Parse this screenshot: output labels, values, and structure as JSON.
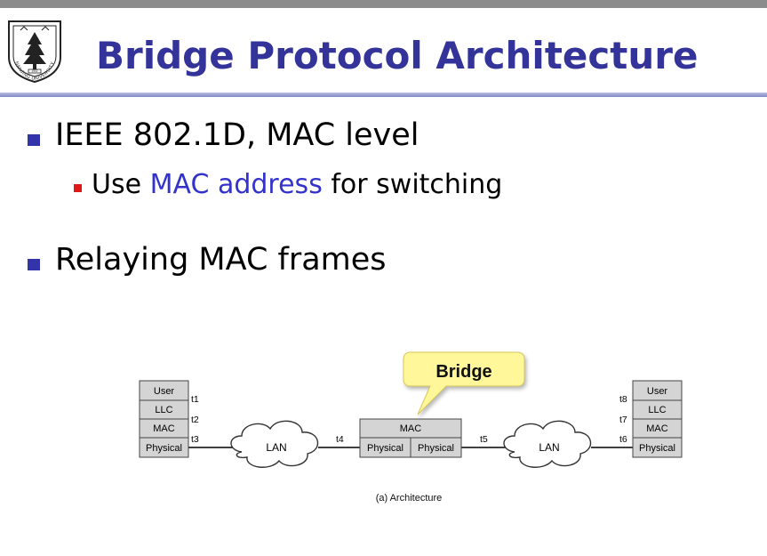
{
  "slide": {
    "title": "Bridge Protocol Architecture",
    "bullets": [
      {
        "text": "IEEE 802.1D, MAC level",
        "sub": [
          {
            "before": "Use ",
            "highlight": "MAC address",
            "after": " for switching"
          }
        ]
      },
      {
        "text": "Relaying MAC frames"
      }
    ],
    "logo": {
      "icon": "nanjing-university-seal",
      "text": "NANJING UNIVERSITY",
      "year": "1902"
    }
  },
  "diagram": {
    "callout": "Bridge",
    "left_stack": [
      "User",
      "LLC",
      "MAC",
      "Physical"
    ],
    "right_stack": [
      "User",
      "LLC",
      "MAC",
      "Physical"
    ],
    "bridge_mac": "MAC",
    "bridge_physical": [
      "Physical",
      "Physical"
    ],
    "lan_label": "LAN",
    "t_labels": {
      "t1": "t1",
      "t2": "t2",
      "t3": "t3",
      "t4": "t4",
      "t5": "t5",
      "t6": "t6",
      "t7": "t7",
      "t8": "t8"
    },
    "caption": "(a) Architecture",
    "colors": {
      "box_fill": "#d4d4d4",
      "callout_fill": "#fff79a",
      "title": "#33339a"
    }
  }
}
